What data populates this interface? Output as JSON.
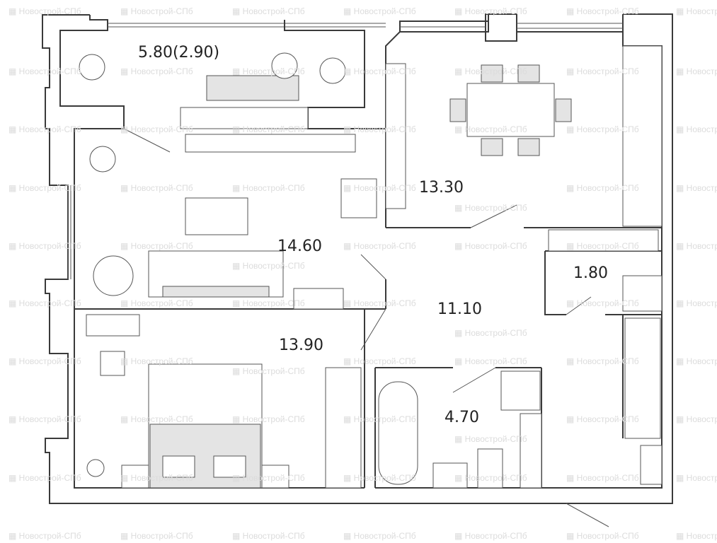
{
  "watermark": "Новострой-СПб",
  "rooms": [
    {
      "id": "balcony",
      "area": "5.80(2.90)"
    },
    {
      "id": "kitchen",
      "area": "13.30"
    },
    {
      "id": "living-room",
      "area": "14.60"
    },
    {
      "id": "toilet",
      "area": "1.80"
    },
    {
      "id": "hall",
      "area": "11.10"
    },
    {
      "id": "bedroom",
      "area": "13.90"
    },
    {
      "id": "bathroom",
      "area": "4.70"
    }
  ]
}
